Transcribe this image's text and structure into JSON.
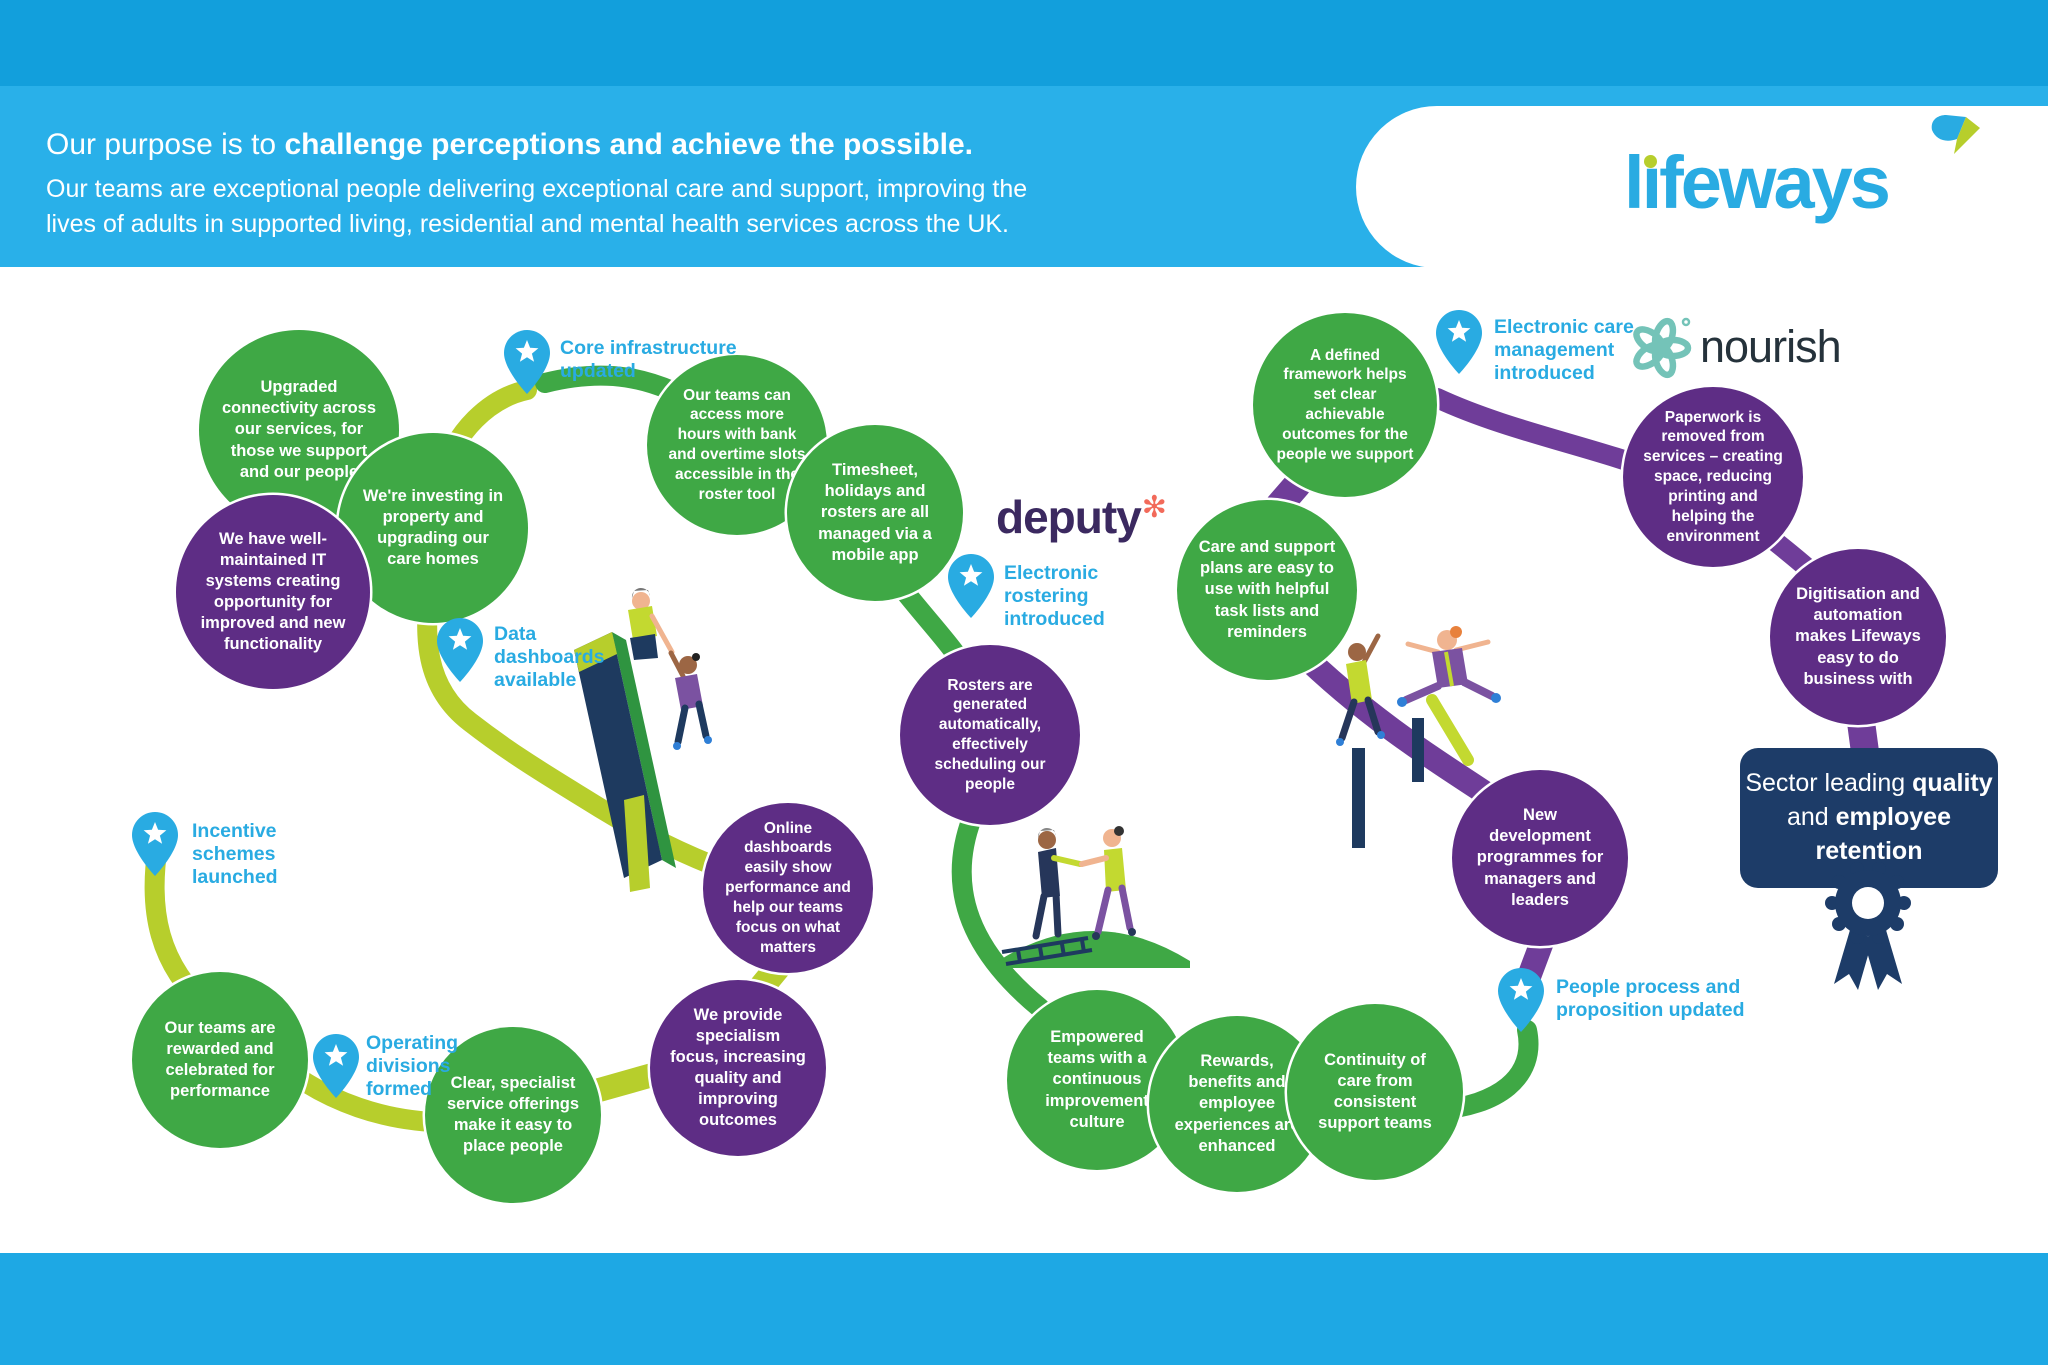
{
  "header": {
    "purpose_prefix": "Our purpose is to ",
    "purpose_bold": "challenge perceptions and achieve the possible.",
    "subtitle": "Our teams are exceptional people delivering exceptional care and support, improving the\nlives of adults in supported living, residential and mental health services across the UK.",
    "brand": "lifeways",
    "brand_l": "l",
    "brand_i": "ı",
    "brand_rest": "feways"
  },
  "logos": {
    "deputy": "deputy",
    "deputy_mark": "✻",
    "nourish": "nourish"
  },
  "milestones": {
    "core_infrastructure": "Core infrastructure\nupdated",
    "data_dashboards": "Data\ndashboards\navailable",
    "electronic_rostering": "Electronic\nrostering\nintroduced",
    "incentive_schemes": "Incentive\nschemes\nlaunched",
    "operating_divisions": "Operating\ndivisions\nformed",
    "electronic_care": "Electronic care\nmanagement\nintroduced",
    "people_process": "People process and\nproposition updated"
  },
  "circles": {
    "upgraded_connectivity": "Upgraded connectivity across our services, for those we support and our people",
    "investing_property": "We're investing in property and upgrading our care homes",
    "it_systems": "We have well-maintained IT systems creating opportunity for improved and new functionality",
    "access_more_hours": "Our teams can access more hours with bank and overtime slots accessible in the roster tool",
    "timesheet_mobile": "Timesheet, holidays and rosters are all managed via a mobile app",
    "rosters_generated": "Rosters are generated automatically, effectively scheduling our people",
    "online_dashboards": "Online dashboards easily show performance and help our teams focus on what matters",
    "specialism_focus": "We provide specialism focus, increasing quality and improving outcomes",
    "teams_rewarded": "Our teams are rewarded and celebrated for performance",
    "clear_offerings": "Clear, specialist service offerings make it easy to place people",
    "defined_framework": "A defined framework helps set clear achievable outcomes for the people we support",
    "care_plans": "Care and support plans are easy to use with helpful task lists and reminders",
    "paperwork_removed": "Paperwork is removed from services – creating space, reducing printing and helping the environment",
    "digitisation": "Digitisation and automation makes Lifeways easy to do business with",
    "new_development": "New development programmes for managers and leaders",
    "empowered_teams": "Empowered teams with a continuous improvement culture",
    "rewards_benefits": "Rewards, benefits and employee experiences are enhanced",
    "continuity_care": "Continuity of care from consistent support teams"
  },
  "outcome": {
    "line1_regular": "Sector leading ",
    "line1_bold": "quality",
    "line2_regular": "and ",
    "line2_bold": "employee retention"
  },
  "colors": {
    "green": "#3fa845",
    "purple": "#5e2d85",
    "lime": "#b7ce2c",
    "blue": "#29abe2",
    "navy": "#1d3c68",
    "path_purple": "#6f3d99"
  }
}
